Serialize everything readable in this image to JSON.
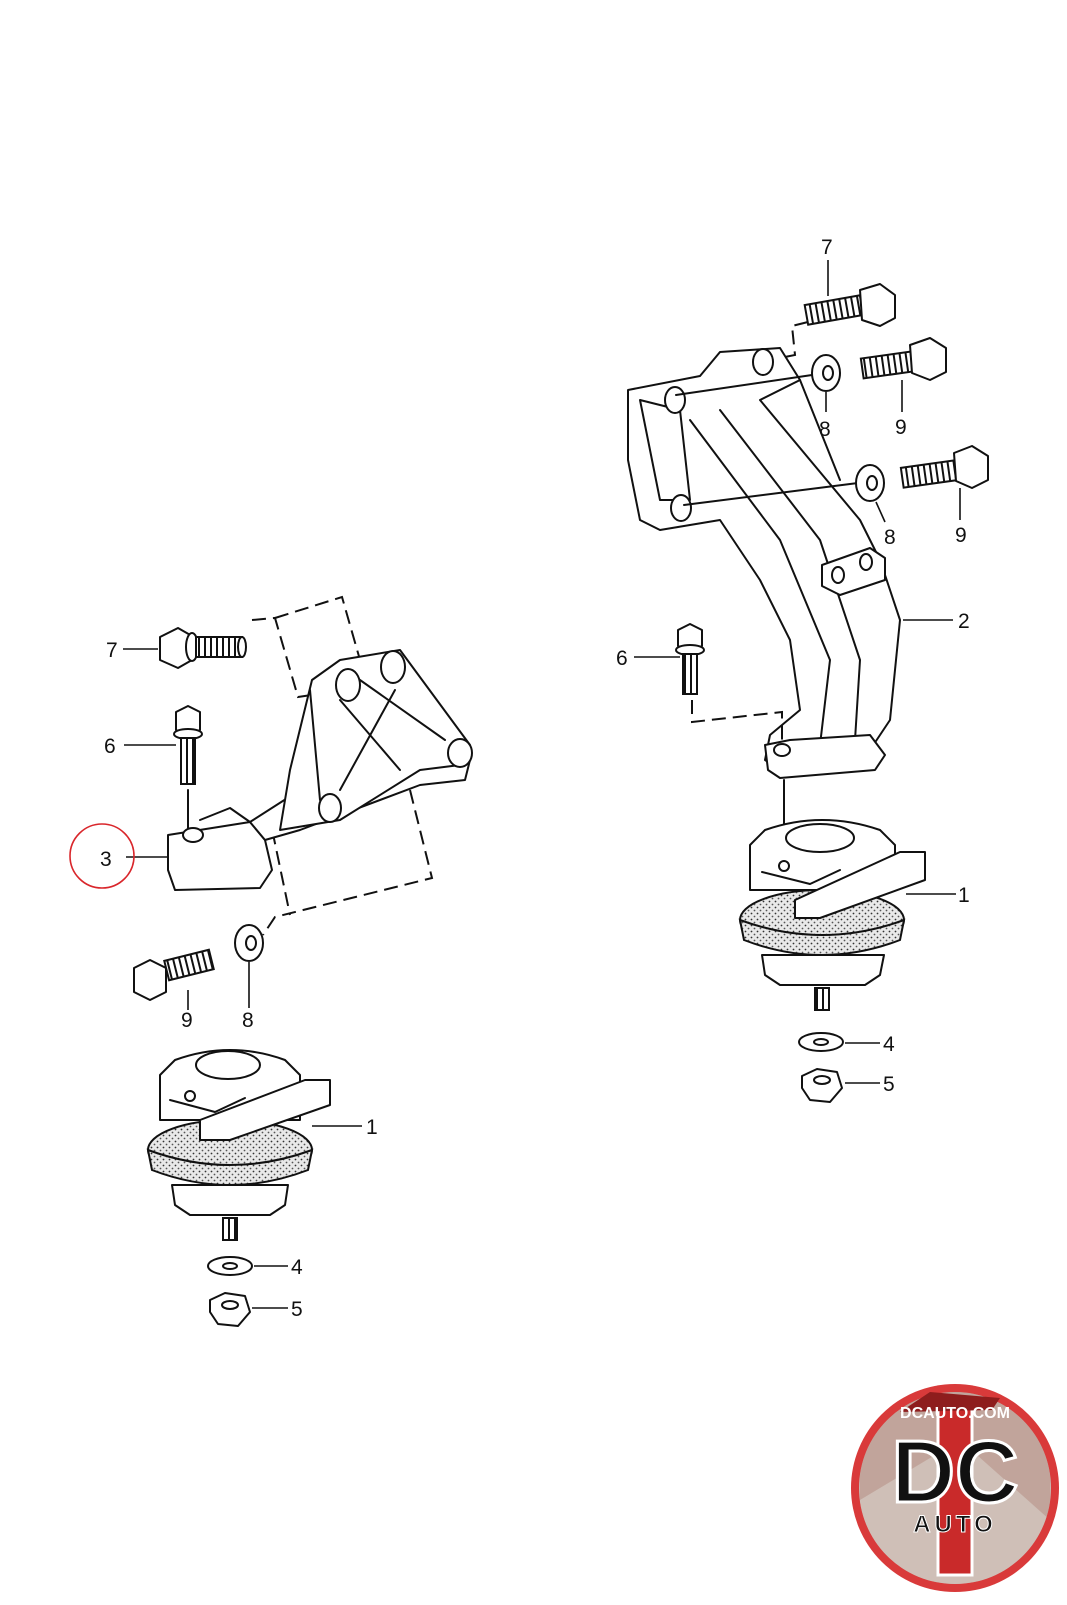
{
  "callouts": {
    "left_1": "1",
    "left_3": "3",
    "left_4": "4",
    "left_5": "5",
    "left_6": "6",
    "left_7": "7",
    "left_8": "8",
    "left_9": "9",
    "right_1": "1",
    "right_2": "2",
    "right_4": "4",
    "right_5": "5",
    "right_6": "6",
    "right_7": "7",
    "right_8a": "8",
    "right_8b": "8",
    "right_9a": "9",
    "right_9b": "9"
  },
  "highlight": {
    "target": "3",
    "color": "#d9262b"
  },
  "logo": {
    "top_text": "DCAUTO.COM",
    "main_text": "DC",
    "sub_text": "AUTO",
    "colors": {
      "ring": "#d93a3a",
      "inner": "#c9b8b0",
      "letters": "#5a5a5a"
    }
  }
}
